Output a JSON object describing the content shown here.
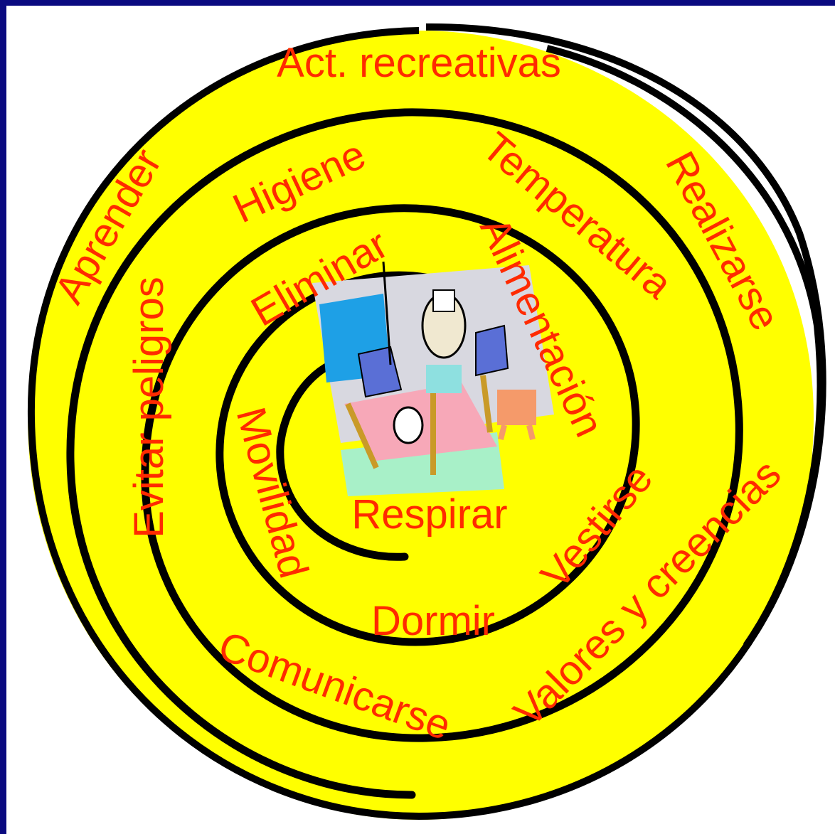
{
  "colors": {
    "border": "#0a0a80",
    "spiral_fill": "#ffff00",
    "spiral_line": "#000000",
    "label": "#ff2a00"
  },
  "center_image": {
    "icon": "patient-in-bed-clipart"
  },
  "labels": {
    "act_recreativas": "Act. recreativas",
    "aprender": "Aprender",
    "realizarse": "Realizarse",
    "higiene": "Higiene",
    "temperatura": "Temperatura",
    "evitar_peligros": "Evitar peligros",
    "eliminar": "Eliminar",
    "alimentacion": "Alimentación",
    "movilidad": "Movilidad",
    "respirar": "Respirar",
    "vestirse": "Vestirse",
    "valores_creencias": "Valores y creencias",
    "dormir": "Dormir",
    "comunicarse": "Comunicarse"
  }
}
